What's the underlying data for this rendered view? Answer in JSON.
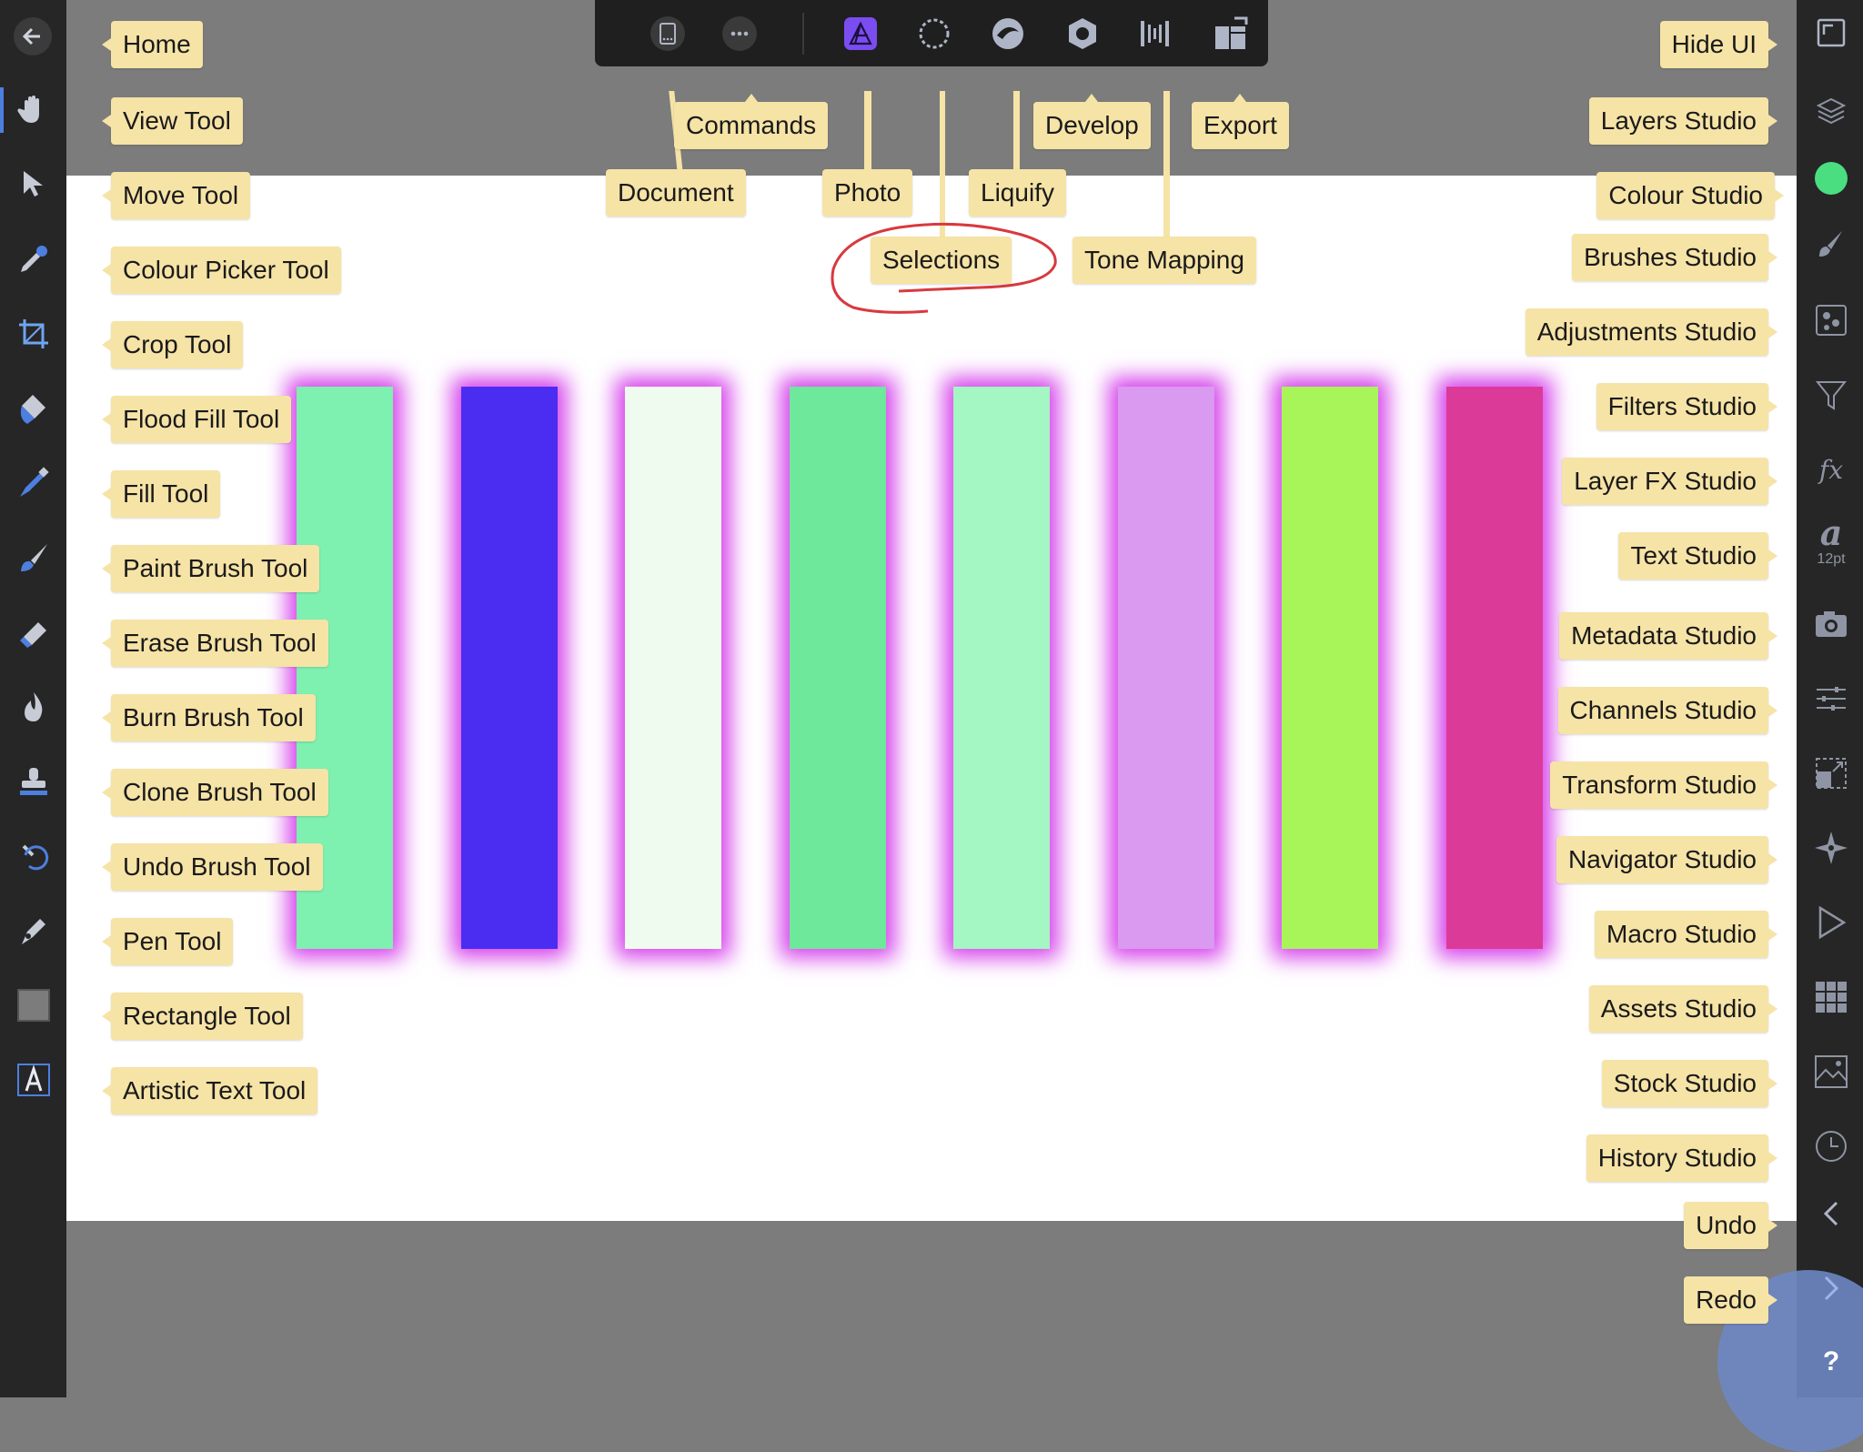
{
  "top_toolbar": {
    "document_icon": "document-icon",
    "commands_icon": "more-icon",
    "personas": [
      "photo-persona-icon",
      "selections-persona-icon",
      "liquify-persona-icon",
      "develop-persona-icon",
      "tone-mapping-persona-icon",
      "export-persona-icon"
    ]
  },
  "tooltips_left": {
    "home": "Home",
    "view": "View Tool",
    "move": "Move Tool",
    "colour_picker": "Colour Picker Tool",
    "crop": "Crop Tool",
    "flood_fill": "Flood Fill Tool",
    "fill": "Fill Tool",
    "paint_brush": "Paint Brush Tool",
    "erase_brush": "Erase Brush Tool",
    "burn_brush": "Burn Brush Tool",
    "clone_brush": "Clone Brush Tool",
    "undo_brush": "Undo Brush Tool",
    "pen": "Pen Tool",
    "rectangle": "Rectangle Tool",
    "artistic_text": "Artistic Text Tool"
  },
  "tooltips_top": {
    "commands": "Commands",
    "document": "Document",
    "photo": "Photo",
    "liquify": "Liquify",
    "develop": "Develop",
    "export": "Export",
    "selections": "Selections",
    "tone_mapping": "Tone Mapping"
  },
  "tooltips_right": {
    "hide_ui": "Hide UI",
    "layers": "Layers Studio",
    "colour": "Colour Studio",
    "brushes": "Brushes Studio",
    "adjustments": "Adjustments Studio",
    "filters": "Filters Studio",
    "layer_fx": "Layer FX Studio",
    "text": "Text Studio",
    "metadata": "Metadata Studio",
    "channels": "Channels Studio",
    "transform": "Transform Studio",
    "navigator": "Navigator Studio",
    "macro": "Macro Studio",
    "assets": "Assets Studio",
    "stock": "Stock Studio",
    "history": "History Studio",
    "undo": "Undo",
    "redo": "Redo"
  },
  "right_panel": {
    "fx_label": "fx",
    "text_glyph": "a",
    "text_size": "12pt",
    "help": "?",
    "current_colour": "#4ade80"
  },
  "canvas_bars": [
    "#7ef0b0",
    "#4a2df0",
    "#f0fbef",
    "#6ee89a",
    "#a4f6c2",
    "#d99af0",
    "#a8f55a",
    "#dc3a98"
  ],
  "glow_colour": "#c800e6"
}
